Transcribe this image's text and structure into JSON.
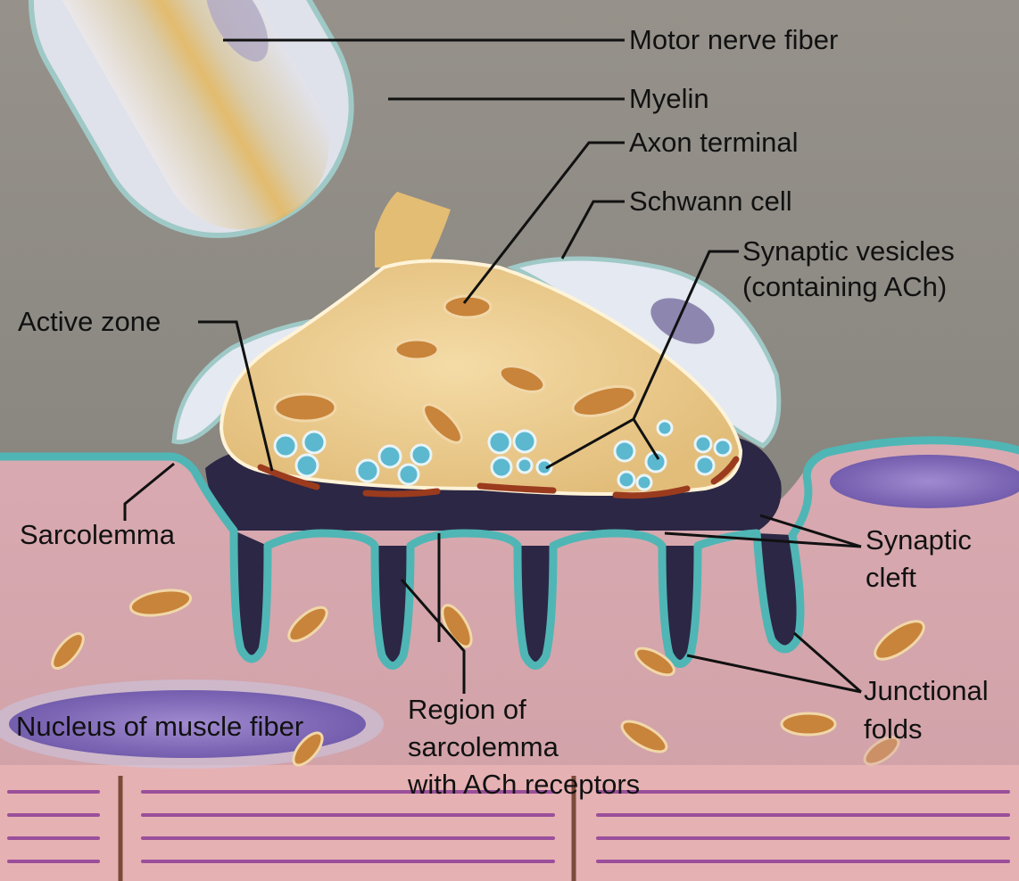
{
  "labels": {
    "motor_nerve_fiber": "Motor nerve fiber",
    "myelin": "Myelin",
    "axon_terminal": "Axon terminal",
    "schwann_cell": "Schwann cell",
    "synaptic_vesicles_line1": "Synaptic vesicles",
    "synaptic_vesicles_line2": "(containing ACh)",
    "active_zone": "Active zone",
    "sarcolemma": "Sarcolemma",
    "synaptic_cleft_line1": "Synaptic",
    "synaptic_cleft_line2": "cleft",
    "junctional_folds_line1": "Junctional",
    "junctional_folds_line2": "folds",
    "nucleus": "Nucleus of muscle fiber",
    "region_line1": "Region of",
    "region_line2": "sarcolemma",
    "region_line3": "with ACh receptors"
  },
  "colors": {
    "background": "#8d8a84",
    "muscle": "#d8a7ae",
    "axon": "#e6c88a",
    "membrane": "#4fb6b5",
    "cleft": "#2a2440",
    "schwann": "#dfe6f0",
    "active_zone": "#9b3b1e",
    "vesicle": "#5bb8cf",
    "nucleus": "#7d63b5",
    "mitochondrion": "#c8843a"
  }
}
